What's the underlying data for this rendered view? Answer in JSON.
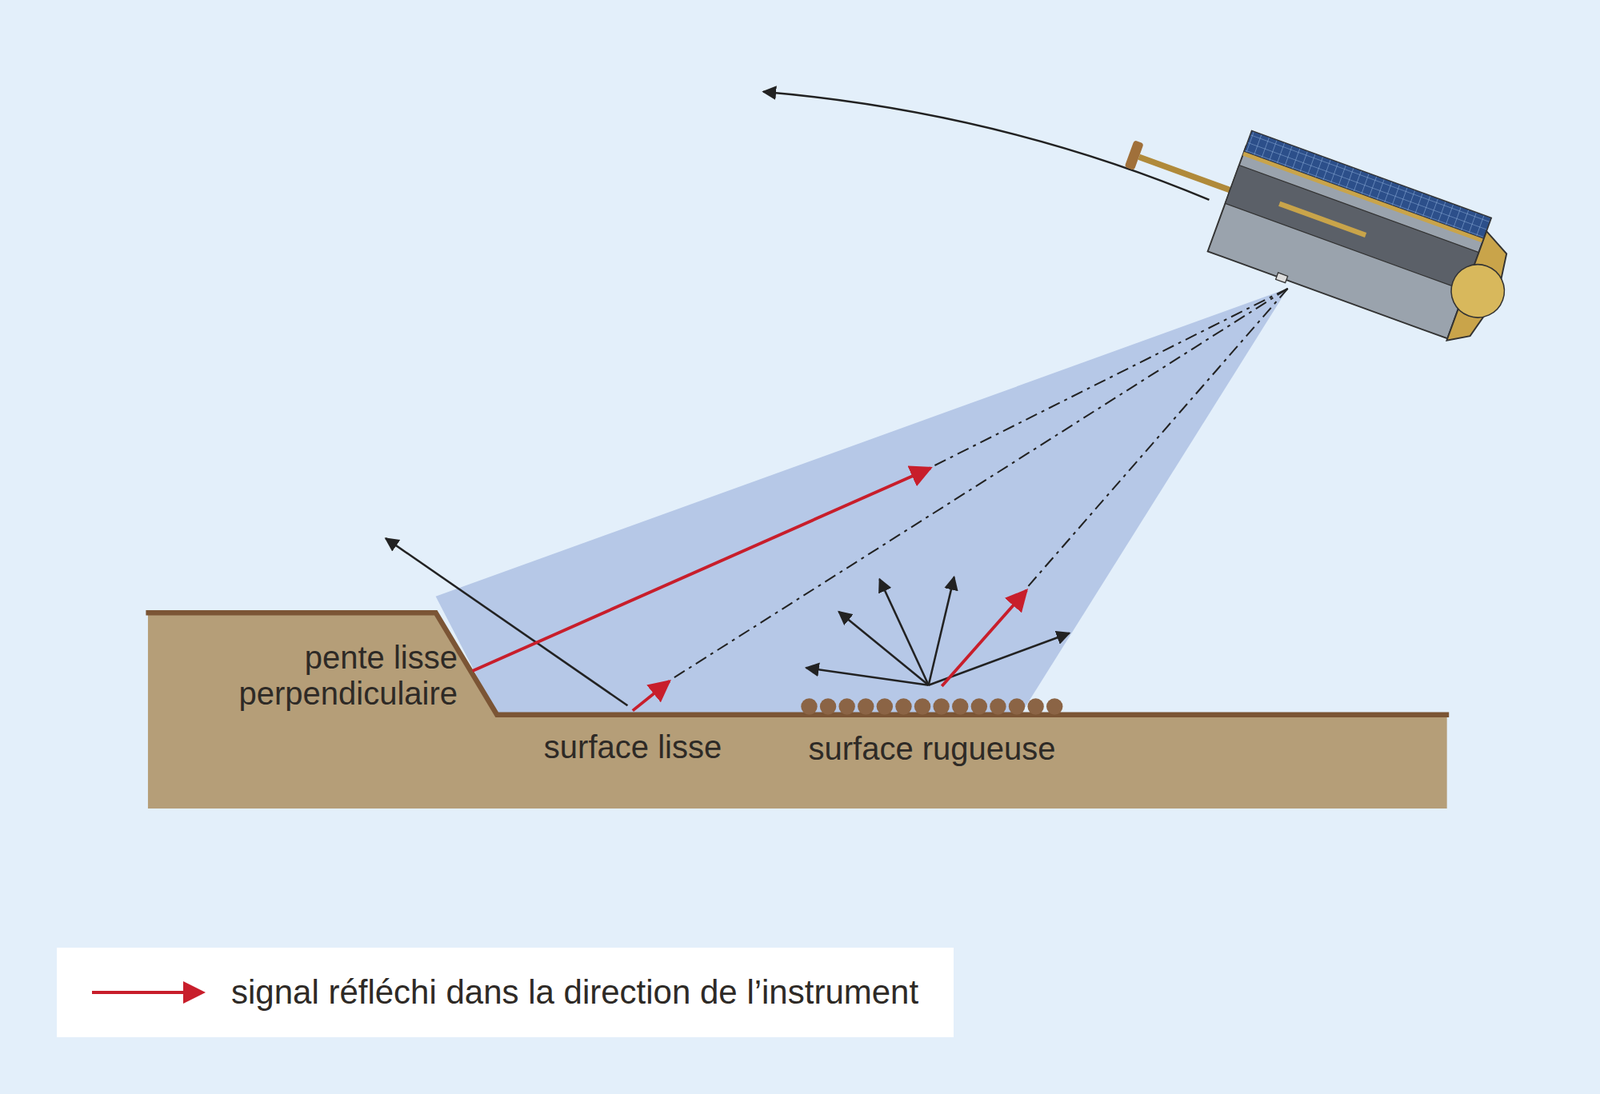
{
  "diagram": {
    "labels": [
      "pente lisse perpendiculaire",
      "surface lisse",
      "surface rugueuse"
    ],
    "legend": [
      {
        "text": "signal réfléchi dans la direction de l’instrument"
      }
    ]
  }
}
